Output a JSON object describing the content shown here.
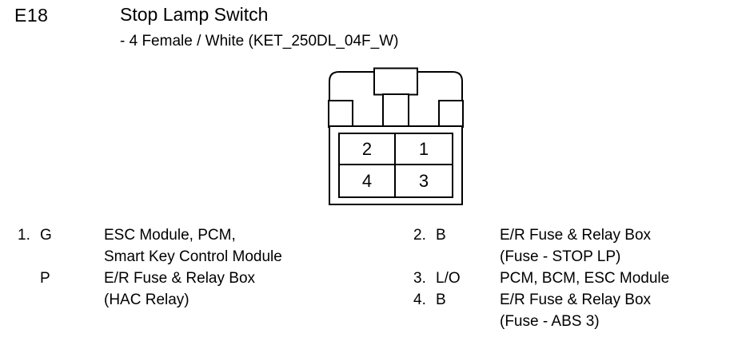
{
  "header": {
    "connector_id": "E18",
    "title": "Stop Lamp Switch",
    "subtitle": "- 4 Female / White (KET_250DL_04F_W)"
  },
  "connector": {
    "pins": {
      "top_left": "2",
      "top_right": "1",
      "bottom_left": "4",
      "bottom_right": "3"
    }
  },
  "pinout_left": {
    "rows": [
      {
        "num": "1.",
        "code": "G",
        "line1": "ESC Module, PCM,",
        "line2": "Smart Key Control Module"
      },
      {
        "num": "",
        "code": "P",
        "line1": "E/R Fuse & Relay Box",
        "line2": "(HAC Relay)"
      }
    ]
  },
  "pinout_right": {
    "rows": [
      {
        "num": "2.",
        "code": "B",
        "line1": "E/R Fuse & Relay Box",
        "line2": "(Fuse - STOP LP)"
      },
      {
        "num": "3.",
        "code": "L/O",
        "line1": "PCM, BCM, ESC Module",
        "line2": ""
      },
      {
        "num": "4.",
        "code": "B",
        "line1": "E/R Fuse & Relay Box",
        "line2": "(Fuse - ABS 3)"
      }
    ]
  }
}
